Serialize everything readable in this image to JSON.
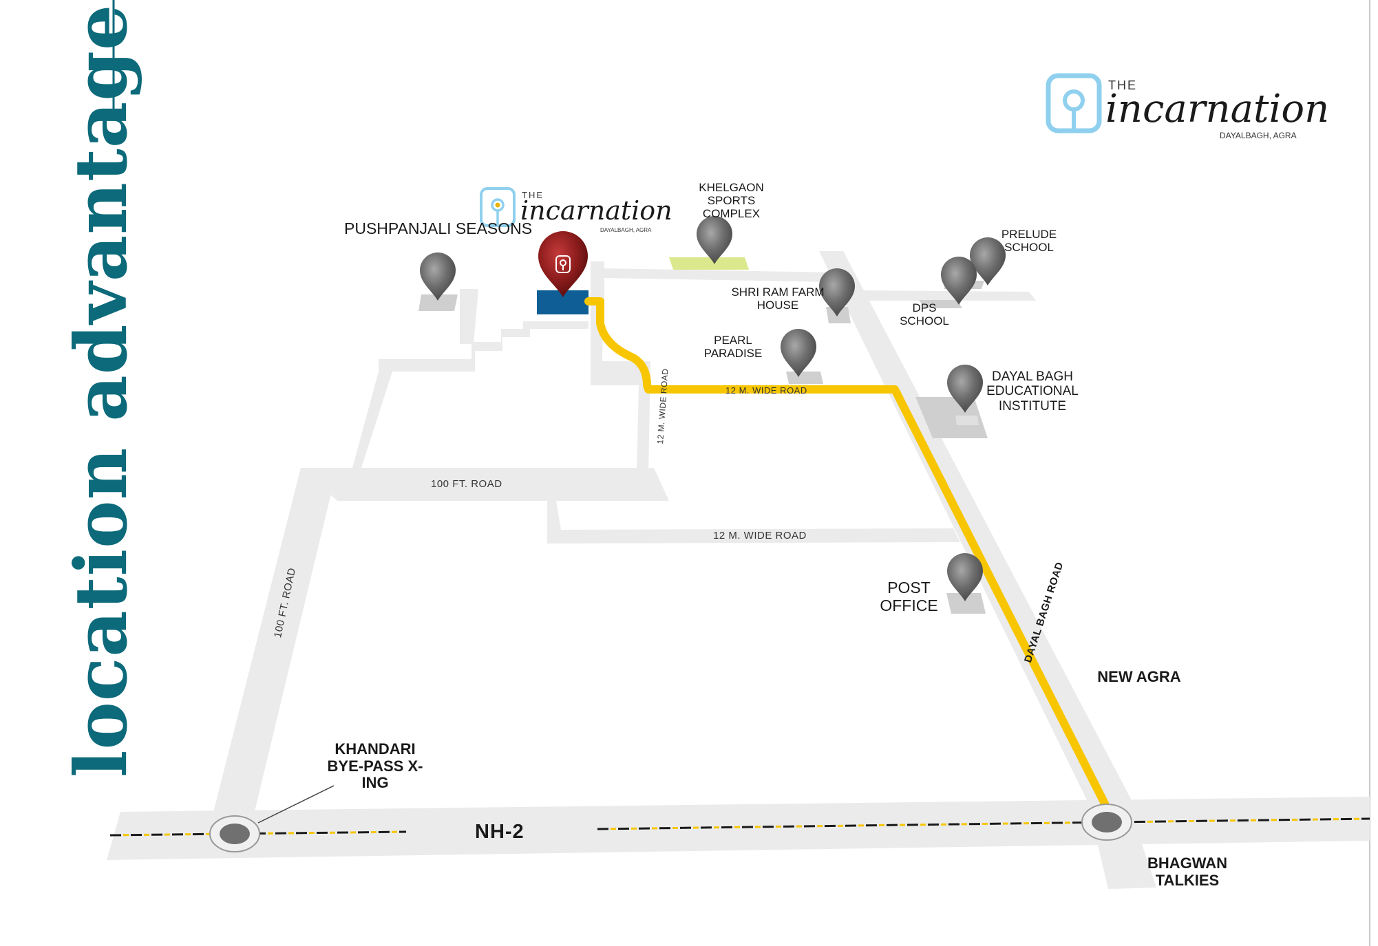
{
  "title": "location advantage...",
  "brand": {
    "the": "THE",
    "name": "incarnation",
    "location": "DAYALBAGH, AGRA"
  },
  "colors": {
    "teal": "#0c6a7a",
    "road": "#ebebeb",
    "route": "#f7c600",
    "pin_red": "#8c1c1c",
    "pin_grey": "#6d6d6d",
    "site_blue": "#0f5e95",
    "logo_blue": "#8fd0ee",
    "sports_green": "#dbe88e"
  },
  "landmarks": {
    "pushpanjali": "PUSHPANJALI SEASONS",
    "khelgaon": "KHELGAON SPORTS COMPLEX",
    "prelude": "PRELUDE SCHOOL",
    "shriram": "SHRI RAM FARM HOUSE",
    "dps": "DPS SCHOOL",
    "pearl": "PEARL PARADISE",
    "dayalbagh_edu": "DAYAL BAGH EDUCATIONAL INSTITUTE",
    "post_office": "POST OFFICE",
    "new_agra": "NEW AGRA",
    "khandari": "KHANDARI BYE-PASS X-ING",
    "bhagwan": "BHAGWAN TALKIES"
  },
  "roads": {
    "nh2": "NH-2",
    "hundred_ft_1": "100 FT. ROAD",
    "hundred_ft_2": "100 FT. ROAD",
    "twelve_m_1": "12 M. WIDE ROAD",
    "twelve_m_2": "12 M. WIDE ROAD",
    "twelve_m_3": "12 M. WIDE ROAD",
    "dayal_bagh_road": "DAYAL BAGH ROAD"
  },
  "icons": {
    "landmark_pin": "map-pin-icon",
    "site_pin": "site-pin-icon",
    "brand_logo": "incarnation-logo-icon",
    "junction": "junction-icon"
  }
}
